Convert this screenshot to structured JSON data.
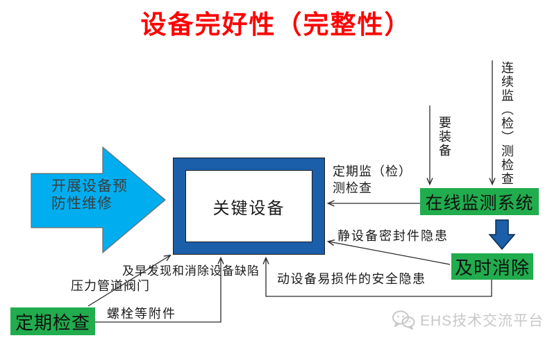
{
  "title": "设备完好性（完整性）",
  "nodes": {
    "big_arrow_label": "开展设备预\n防性维修",
    "key_equipment": "关键设备",
    "online_monitoring": "在线监测系统",
    "timely_elimination": "及时消除",
    "periodic_inspection": "定期检查"
  },
  "labels": {
    "periodic_monitor_check": "定期监（检）\n测检查",
    "static_seal_hazard": "静设备密封件隐患",
    "rotating_parts_hazard": "动设备易损件的安全隐患",
    "early_detect_defects": "及早发现和消除设备缺陷",
    "pressure_pipe_valves": "压力管道阀门",
    "bolts_accessories": "螺栓等附件",
    "need_equip": "要装备",
    "continuous_monitor_check": "连续监（检）测检查"
  },
  "watermark": {
    "text": "EHS技术交流平台",
    "icon": "wechat-icon"
  },
  "colors": {
    "title_red": "#ff0000",
    "frame_blue": "#1b5ea9",
    "big_arrow_cyan": "#00aeef",
    "block_arrow_blue": "#1b5ea9",
    "node_green": "#21ac4d",
    "line_black": "#2a2a2a",
    "watermark_gray": "#c8c8c8"
  }
}
